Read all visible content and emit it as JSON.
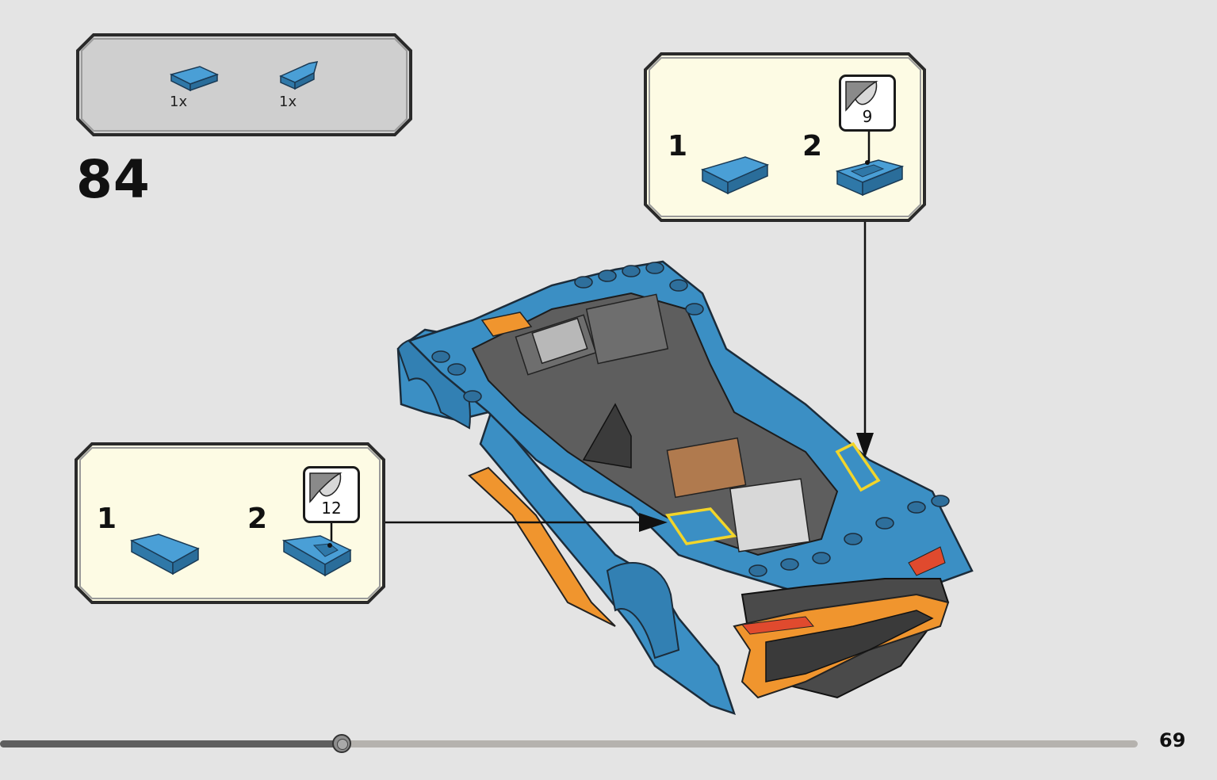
{
  "parts_list": {
    "items": [
      {
        "quantity": "1x",
        "color": "#3b8fc4"
      },
      {
        "quantity": "1x",
        "color": "#3b8fc4"
      }
    ]
  },
  "step": {
    "number": "84"
  },
  "subassembly_right": {
    "step1": "1",
    "step2": "2",
    "sticker_number": "9"
  },
  "subassembly_left": {
    "step1": "1",
    "step2": "2",
    "sticker_number": "12"
  },
  "colors": {
    "brick_blue": "#3b8fc4",
    "brick_orange": "#f0952e",
    "brick_dark_gray": "#5e5e5e",
    "highlight_yellow": "#f2d52a",
    "callout_bg": "#fdfbe4",
    "parts_bg": "#cfcfcf"
  },
  "progress": {
    "fraction": 0.3
  },
  "page": {
    "number": "69"
  }
}
